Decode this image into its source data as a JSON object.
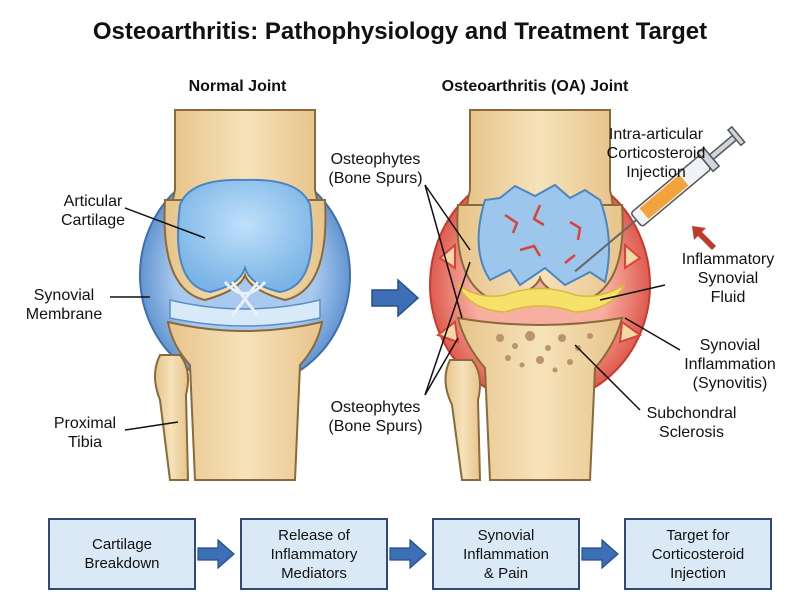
{
  "title": "Osteoarthritis: Pathophysiology and Treatment Target",
  "normal": {
    "heading": "Normal Joint",
    "labels": {
      "cartilage": [
        "Articular",
        "Cartilage"
      ],
      "synovial": [
        "Synovial",
        "Membrane"
      ],
      "tibia": [
        "Proximal",
        "Tibia"
      ]
    }
  },
  "oa": {
    "heading": "Osteoarthritis (OA) Joint",
    "labels": {
      "osteophytes_top": [
        "Osteophytes",
        "(Bone Spurs)"
      ],
      "osteophytes_bottom": [
        "Osteophytes",
        "(Bone Spurs)"
      ],
      "injection": [
        "Intra-articular",
        "Corticosteroid",
        "Injection"
      ],
      "fluid": [
        "Inflammatory",
        "Synovial",
        "Fluid"
      ],
      "synovitis": [
        "Synovial",
        "Inflammation",
        "(Synovitis)"
      ],
      "sclerosis": [
        "Subchondral",
        "Sclerosis"
      ]
    }
  },
  "flow": [
    [
      "Cartilage",
      "Breakdown"
    ],
    [
      "Release of",
      "Inflammatory",
      "Mediators"
    ],
    [
      "Synovial",
      "Inflammation",
      "& Pain"
    ],
    [
      "Target for",
      "Corticosteroid",
      "Injection"
    ]
  ],
  "colors": {
    "bone": "#f1d7a6",
    "bone_outline": "#8a6a3a",
    "cartilage": "#8cc2ee",
    "synovial_normal": "#6f9fd8",
    "inflammation": "#e25a4d",
    "fluid": "#f6e26b",
    "arrow": "#3d6fb6",
    "box_fill": "#dbe9f7",
    "box_border": "#2e4c75",
    "syringe_liquid": "#f2a33a",
    "injection_arrow": "#c0392b"
  }
}
